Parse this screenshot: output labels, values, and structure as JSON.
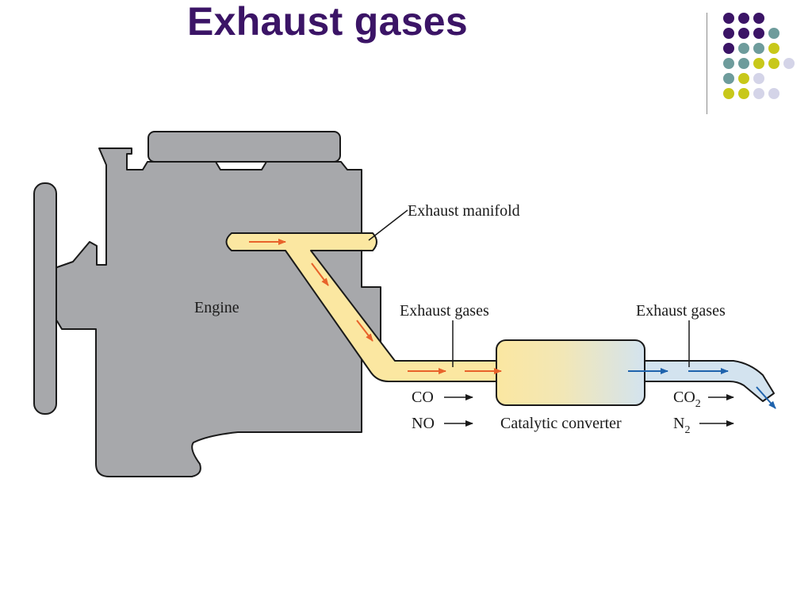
{
  "title": "Exhaust gases",
  "colors": {
    "title": "#3b1466",
    "engine": "#a7a8ab",
    "pipe_hot": "#fbe7a1",
    "pipe_cool": "#d3e3ef",
    "arrow_hot": "#e8622a",
    "arrow_cool": "#1f63ad",
    "dot_purple": "#3b1466",
    "dot_teal": "#6e9c9c",
    "dot_yellow": "#c8c81a",
    "dot_lavender": "#d4d4e8"
  },
  "decoration": {
    "dot_rows": [
      [
        "purple",
        "purple",
        "purple"
      ],
      [
        "purple",
        "purple",
        "purple",
        "teal"
      ],
      [
        "purple",
        "teal",
        "teal",
        "yellow"
      ],
      [
        "teal",
        "teal",
        "yellow",
        "yellow",
        "lavender"
      ],
      [
        "teal",
        "yellow",
        "lavender"
      ],
      [
        "yellow",
        "yellow",
        "lavender",
        "lavender"
      ]
    ]
  },
  "diagram": {
    "engine_label": "Engine",
    "manifold_label": "Exhaust manifold",
    "exhaust_in_label": "Exhaust gases",
    "exhaust_out_label": "Exhaust gases",
    "converter_label": "Catalytic converter",
    "in_gases": [
      "CO",
      "NO"
    ],
    "out_gases": [
      {
        "formula": "CO",
        "subscript": "2"
      },
      {
        "formula": "N",
        "subscript": "2"
      }
    ]
  }
}
